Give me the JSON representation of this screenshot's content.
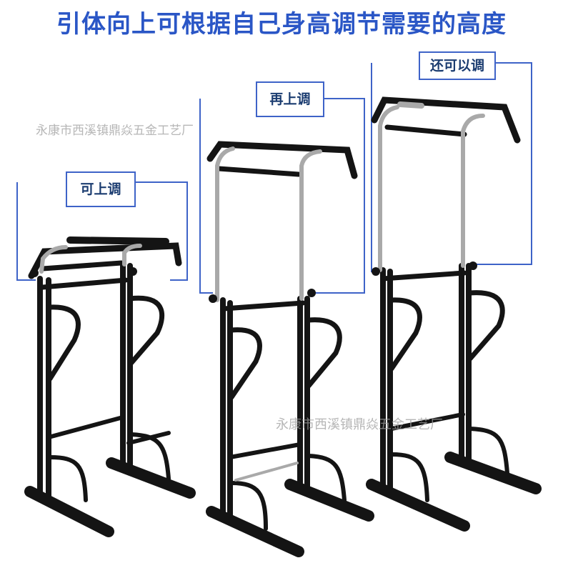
{
  "title": "引体向上可根据自己身高调节需要的高度",
  "labels": {
    "rack1": "可上调",
    "rack2": "再上调",
    "rack3": "还可以调"
  },
  "watermarks": {
    "top": "永康市西溪镇鼎焱五金工艺厂",
    "bottom": "永康市西溪镇鼎焱五金工艺厂"
  },
  "colors": {
    "title": "#2a56c6",
    "bracket": "#3e63c8",
    "frame": "#141414",
    "chrome": "#a9a9a9"
  }
}
